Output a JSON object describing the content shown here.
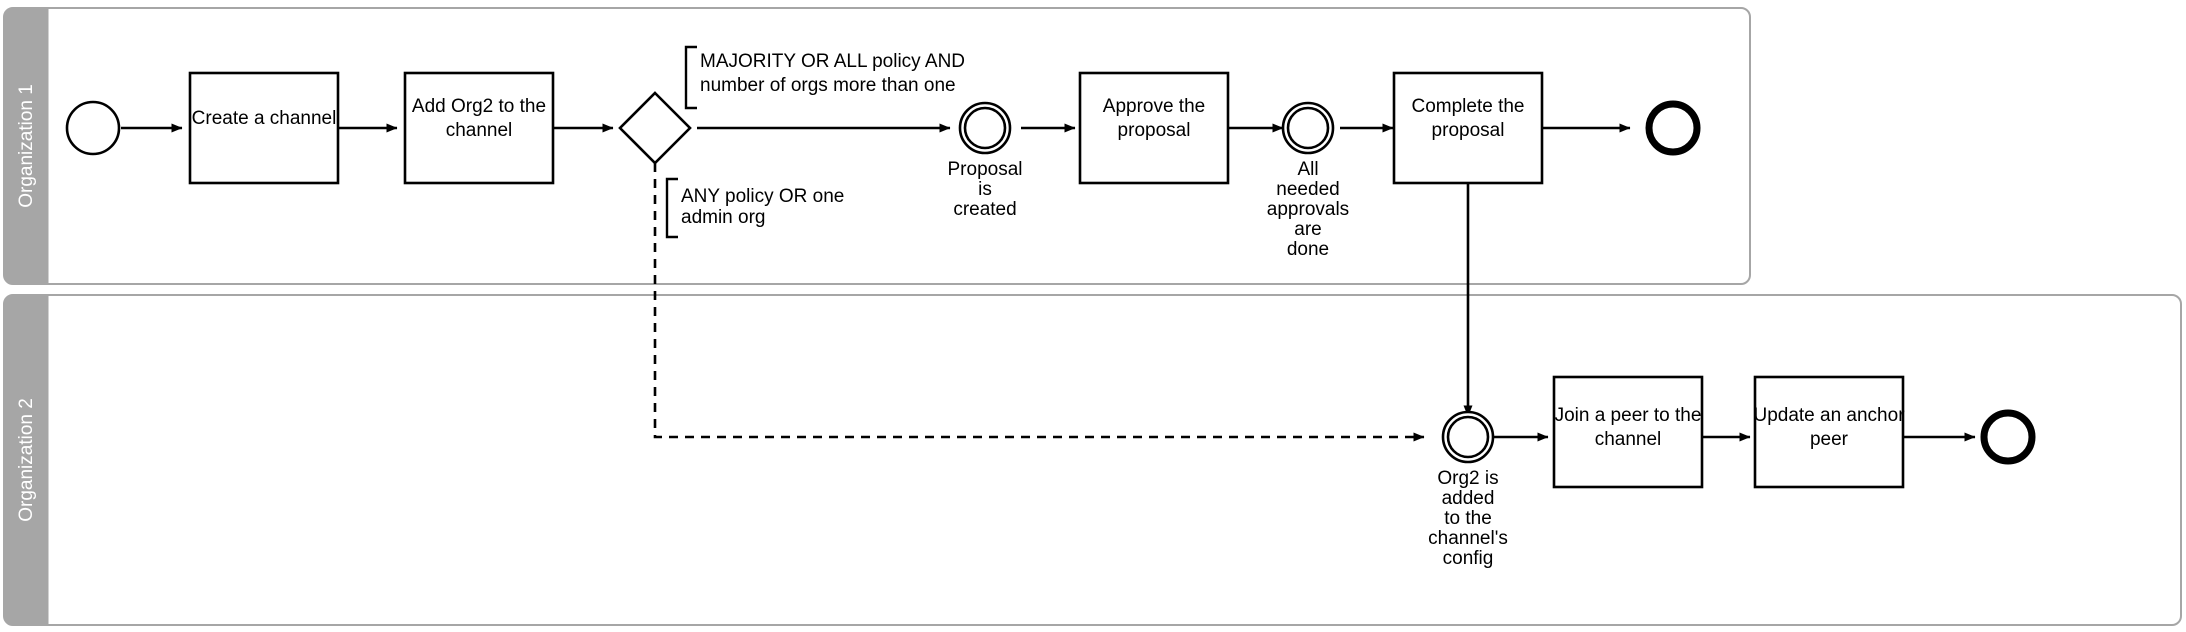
{
  "diagram": {
    "title": "Hyperledger Fabric add-organization-to-channel BPMN collaboration diagram",
    "type": "bpmn-collaboration",
    "colors": {
      "lane_header_fill": "#A6A6A6",
      "lane_header_text": "#FFFFFF",
      "pool_border": "#A6A6A6",
      "shape_stroke": "#000000",
      "shape_fill": "#FFFFFF",
      "canvas": "#FFFFFF"
    }
  },
  "pools": [
    {
      "id": "pool1",
      "label": "Organization 1"
    },
    {
      "id": "pool2",
      "label": "Organization 2"
    }
  ],
  "lane1": {
    "label": "Organization 1",
    "start_event": {
      "name": "start-event",
      "label": ""
    },
    "tasks": [
      {
        "id": "t1",
        "label_line1": "Create a channel",
        "label_line2": ""
      },
      {
        "id": "t2",
        "label_line1": "Add Org2 to the",
        "label_line2": "channel"
      },
      {
        "id": "t3",
        "label_line1": "Approve the",
        "label_line2": "proposal"
      },
      {
        "id": "t4",
        "label_line1": "Complete the",
        "label_line2": "proposal"
      }
    ],
    "gateway": {
      "id": "gw1",
      "label": ""
    },
    "events": [
      {
        "id": "e1",
        "kind": "intermediate",
        "lines": [
          "Proposal",
          "is",
          "created"
        ]
      },
      {
        "id": "e2",
        "kind": "intermediate",
        "lines": [
          "All",
          "needed",
          "approvals",
          "are",
          "done"
        ]
      }
    ],
    "end_event": {
      "name": "end-event",
      "label": ""
    },
    "annotations": [
      {
        "id": "a1",
        "lines": [
          "MAJORITY OR ALL policy AND",
          "number of orgs more than one"
        ]
      },
      {
        "id": "a2",
        "lines": [
          "ANY policy OR one",
          "admin org"
        ]
      }
    ]
  },
  "lane2": {
    "label": "Organization 2",
    "events": [
      {
        "id": "e3",
        "kind": "intermediate",
        "lines": [
          "Org2 is",
          "added",
          "to the",
          "channel's",
          "config"
        ]
      }
    ],
    "tasks": [
      {
        "id": "t5",
        "label_line1": "Join a peer to the",
        "label_line2": "channel"
      },
      {
        "id": "t6",
        "label_line1": "Update an anchor",
        "label_line2": "peer"
      }
    ],
    "end_event": {
      "name": "end-event",
      "label": ""
    }
  }
}
